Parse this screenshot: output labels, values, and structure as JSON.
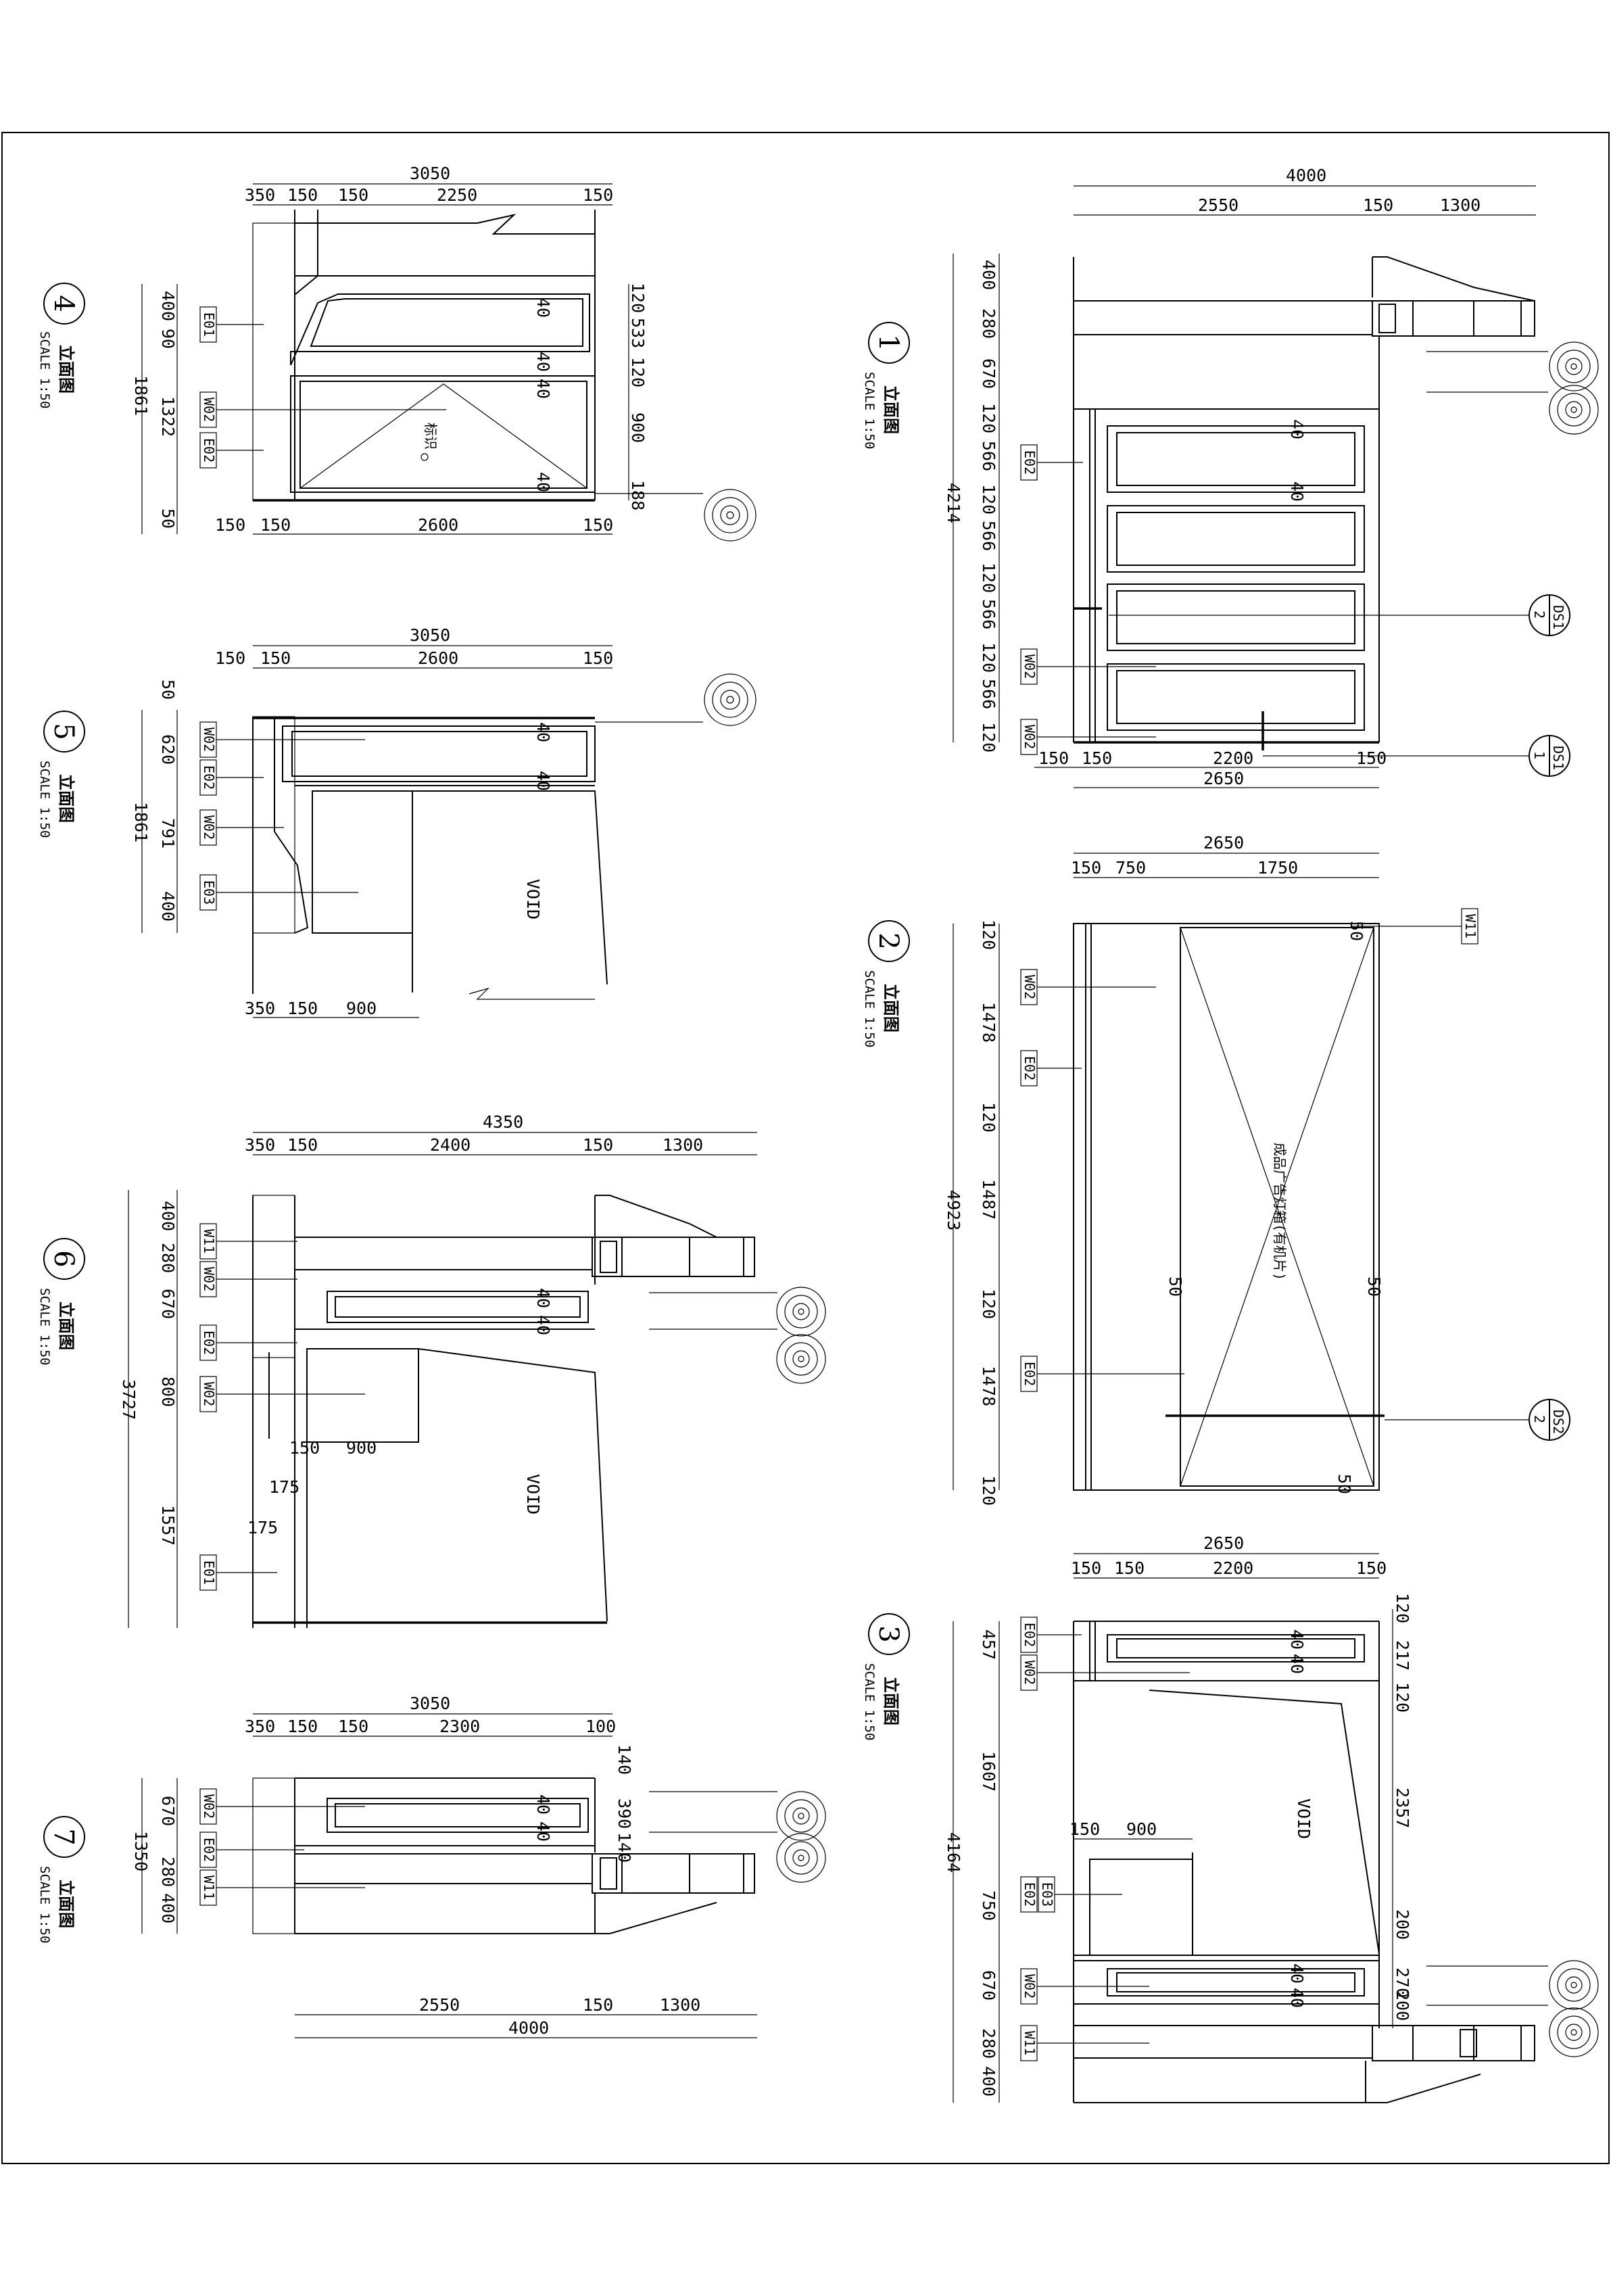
{
  "scale_text": "SCALE 1:50",
  "caption": "立面图",
  "void_label": "VOID",
  "elevations": {
    "e1": {
      "number": "1",
      "overall_w": "4000",
      "seg_w": [
        "2550",
        "150",
        "1300"
      ],
      "seg_h": [
        "400",
        "280",
        "670",
        "120",
        "566",
        "120",
        "566",
        "120",
        "566",
        "120",
        "566",
        "120"
      ],
      "overall_h": "4214",
      "bottom_dims": [
        "150",
        "150",
        "2200",
        "150"
      ],
      "bottom_total": "2650",
      "tags": [
        "E02",
        "W02",
        "W02"
      ],
      "sections": [
        {
          "num": "2",
          "code": "DS1"
        },
        {
          "num": "1",
          "code": "DS1"
        }
      ]
    },
    "e2": {
      "number": "2",
      "overall_w": "2650",
      "seg_w": [
        "150",
        "750",
        "1750"
      ],
      "seg_h": [
        "120",
        "1478",
        "120",
        "1487",
        "120",
        "1478",
        "120"
      ],
      "overall_h": "4923",
      "tags": [
        "W02",
        "E02",
        "E02",
        "W11"
      ],
      "section": {
        "num": "2",
        "code": "DS2"
      },
      "note": "成品广告灯箱(有机片)",
      "small": [
        "50",
        "50",
        "50",
        "50"
      ]
    },
    "e3": {
      "number": "3",
      "overall_w": "2650",
      "seg_w": [
        "150",
        "150",
        "2200",
        "150"
      ],
      "seg_h": [
        "457",
        "1607",
        "750",
        "670",
        "280",
        "400"
      ],
      "overall_h": "4164",
      "right_h": [
        "120",
        "217",
        "120",
        "2357",
        "200",
        "270",
        "200"
      ],
      "inner_dims": [
        "150",
        "900"
      ],
      "tags": [
        "E02",
        "W02",
        "E02",
        "E03",
        "W02",
        "W11"
      ]
    },
    "e4": {
      "number": "4",
      "overall_w": "3050",
      "seg_w": [
        "350",
        "150",
        "150",
        "2250",
        "150"
      ],
      "seg_h": [
        "400",
        "90",
        "1322",
        "50"
      ],
      "overall_h": "1861",
      "right_h": [
        "120",
        "533",
        "120",
        "900",
        "188"
      ],
      "bottom_dims": [
        "150",
        "150",
        "2600",
        "150"
      ],
      "tags": [
        "E01",
        "W02",
        "E02"
      ],
      "sign": "标识"
    },
    "e5": {
      "number": "5",
      "overall_w": "3050",
      "seg_w": [
        "150",
        "150",
        "2600",
        "150"
      ],
      "seg_h": [
        "50",
        "620",
        "791",
        "400"
      ],
      "overall_h": "1861",
      "bottom_dims": [
        "350",
        "150",
        "900"
      ],
      "tags": [
        "W02",
        "E02",
        "W02",
        "E03"
      ]
    },
    "e6": {
      "number": "6",
      "overall_w": "4350",
      "seg_w": [
        "350",
        "150",
        "2400",
        "150",
        "1300"
      ],
      "seg_h": [
        "400",
        "280",
        "670",
        "800",
        "1557"
      ],
      "overall_h": "3727",
      "inner_dims": [
        "150",
        "900",
        "175",
        "175"
      ],
      "tags": [
        "W11",
        "W02",
        "E02",
        "W02",
        "E01"
      ]
    },
    "e7": {
      "number": "7",
      "overall_w": "3050",
      "seg_w": [
        "350",
        "150",
        "150",
        "2300",
        "100"
      ],
      "seg_h": [
        "670",
        "280",
        "400"
      ],
      "overall_h": "1350",
      "right_h": [
        "140",
        "390",
        "140"
      ],
      "bottom_dims": [
        "2550",
        "150",
        "1300"
      ],
      "bottom_total": "4000",
      "tags": [
        "W02",
        "E02",
        "W11"
      ]
    }
  },
  "forty": "40"
}
